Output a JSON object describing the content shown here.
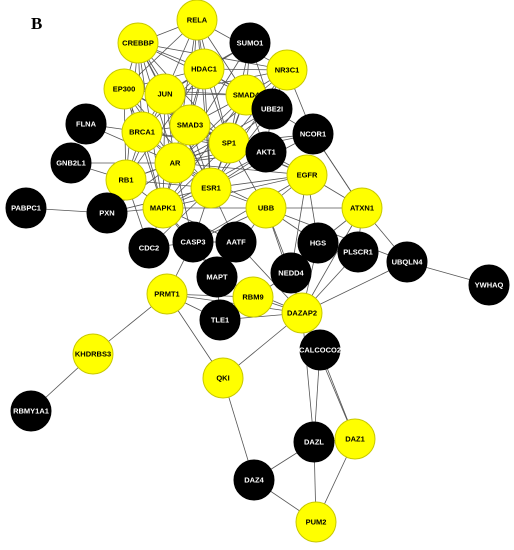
{
  "panel_label": "B",
  "colors": {
    "yellow": "#ffff00",
    "black": "#000000",
    "edge": "#555555"
  },
  "nodes": [
    {
      "id": "RELA",
      "label": "RELA",
      "color": "yellow"
    },
    {
      "id": "CREBBP",
      "label": "CREBBP",
      "color": "yellow"
    },
    {
      "id": "SUMO1",
      "label": "SUMO1",
      "color": "black"
    },
    {
      "id": "HDAC1",
      "label": "HDAC1",
      "color": "yellow"
    },
    {
      "id": "NR3C1",
      "label": "NR3C1",
      "color": "yellow"
    },
    {
      "id": "EP300",
      "label": "EP300",
      "color": "yellow"
    },
    {
      "id": "JUN",
      "label": "JUN",
      "color": "yellow"
    },
    {
      "id": "SMAD4",
      "label": "SMAD4",
      "color": "yellow"
    },
    {
      "id": "UBE2I",
      "label": "UBE2I",
      "color": "black"
    },
    {
      "id": "FLNA",
      "label": "FLNA",
      "color": "black"
    },
    {
      "id": "SMAD3",
      "label": "SMAD3",
      "color": "yellow"
    },
    {
      "id": "BRCA1",
      "label": "BRCA1",
      "color": "yellow"
    },
    {
      "id": "NCOR1",
      "label": "NCOR1",
      "color": "black"
    },
    {
      "id": "SP1",
      "label": "SP1",
      "color": "yellow"
    },
    {
      "id": "AKT1",
      "label": "AKT1",
      "color": "black"
    },
    {
      "id": "GNB2L1",
      "label": "GNB2L1",
      "color": "black"
    },
    {
      "id": "AR",
      "label": "AR",
      "color": "yellow"
    },
    {
      "id": "RB1",
      "label": "RB1",
      "color": "yellow"
    },
    {
      "id": "EGFR",
      "label": "EGFR",
      "color": "yellow"
    },
    {
      "id": "ESR1",
      "label": "ESR1",
      "color": "yellow"
    },
    {
      "id": "PABPC1",
      "label": "PABPC1",
      "color": "black"
    },
    {
      "id": "PXN",
      "label": "PXN",
      "color": "black"
    },
    {
      "id": "MAPK1",
      "label": "MAPK1",
      "color": "yellow"
    },
    {
      "id": "UBB",
      "label": "UBB",
      "color": "yellow"
    },
    {
      "id": "ATXN1",
      "label": "ATXN1",
      "color": "yellow"
    },
    {
      "id": "HGS",
      "label": "HGS",
      "color": "black"
    },
    {
      "id": "CDC2",
      "label": "CDC2",
      "color": "black"
    },
    {
      "id": "CASP3",
      "label": "CASP3",
      "color": "black"
    },
    {
      "id": "AATF",
      "label": "AATF",
      "color": "black"
    },
    {
      "id": "PLSCR1",
      "label": "PLSCR1",
      "color": "black"
    },
    {
      "id": "UBQLN4",
      "label": "UBQLN4",
      "color": "black"
    },
    {
      "id": "NEDD4",
      "label": "NEDD4",
      "color": "black"
    },
    {
      "id": "MAPT",
      "label": "MAPT",
      "color": "black"
    },
    {
      "id": "YWHAQ",
      "label": "YWHAQ",
      "color": "black"
    },
    {
      "id": "PRMT1",
      "label": "PRMT1",
      "color": "yellow"
    },
    {
      "id": "RBM9",
      "label": "RBM9",
      "color": "yellow"
    },
    {
      "id": "DAZAP2",
      "label": "DAZAP2",
      "color": "yellow"
    },
    {
      "id": "TLE1",
      "label": "TLE1",
      "color": "black"
    },
    {
      "id": "CALCOCO2",
      "label": "CALCOCO2",
      "color": "black"
    },
    {
      "id": "KHDRBS3",
      "label": "KHDRBS3",
      "color": "yellow"
    },
    {
      "id": "QKI",
      "label": "QKI",
      "color": "yellow"
    },
    {
      "id": "RBMY1A1",
      "label": "RBMY1A1",
      "color": "black"
    },
    {
      "id": "DAZL",
      "label": "DAZL",
      "color": "black"
    },
    {
      "id": "DAZ1",
      "label": "DAZ1",
      "color": "yellow"
    },
    {
      "id": "DAZ4",
      "label": "DAZ4",
      "color": "black"
    },
    {
      "id": "PUM2",
      "label": "PUM2",
      "color": "yellow"
    }
  ],
  "edges": [
    [
      "RELA",
      "CREBBP"
    ],
    [
      "RELA",
      "HDAC1"
    ],
    [
      "RELA",
      "JUN"
    ],
    [
      "RELA",
      "EP300"
    ],
    [
      "RELA",
      "SMAD4"
    ],
    [
      "RELA",
      "SMAD3"
    ],
    [
      "RELA",
      "SP1"
    ],
    [
      "RELA",
      "AR"
    ],
    [
      "RELA",
      "ESR1"
    ],
    [
      "RELA",
      "NR3C1"
    ],
    [
      "CREBBP",
      "HDAC1"
    ],
    [
      "CREBBP",
      "EP300"
    ],
    [
      "CREBBP",
      "JUN"
    ],
    [
      "CREBBP",
      "SMAD4"
    ],
    [
      "CREBBP",
      "SMAD3"
    ],
    [
      "CREBBP",
      "BRCA1"
    ],
    [
      "CREBBP",
      "SP1"
    ],
    [
      "CREBBP",
      "AR"
    ],
    [
      "CREBBP",
      "ESR1"
    ],
    [
      "CREBBP",
      "NR3C1"
    ],
    [
      "CREBBP",
      "RB1"
    ],
    [
      "CREBBP",
      "MAPK1"
    ],
    [
      "SUMO1",
      "HDAC1"
    ],
    [
      "SUMO1",
      "SMAD4"
    ],
    [
      "SUMO1",
      "UBE2I"
    ],
    [
      "SUMO1",
      "SP1"
    ],
    [
      "SUMO1",
      "AR"
    ],
    [
      "SUMO1",
      "JUN"
    ],
    [
      "HDAC1",
      "NR3C1"
    ],
    [
      "HDAC1",
      "EP300"
    ],
    [
      "HDAC1",
      "JUN"
    ],
    [
      "HDAC1",
      "SMAD4"
    ],
    [
      "HDAC1",
      "SMAD3"
    ],
    [
      "HDAC1",
      "SP1"
    ],
    [
      "HDAC1",
      "AR"
    ],
    [
      "HDAC1",
      "ESR1"
    ],
    [
      "HDAC1",
      "BRCA1"
    ],
    [
      "HDAC1",
      "RB1"
    ],
    [
      "HDAC1",
      "NCOR1"
    ],
    [
      "NR3C1",
      "SMAD4"
    ],
    [
      "NR3C1",
      "UBE2I"
    ],
    [
      "NR3C1",
      "NCOR1"
    ],
    [
      "NR3C1",
      "SP1"
    ],
    [
      "NR3C1",
      "ESR1"
    ],
    [
      "NR3C1",
      "JUN"
    ],
    [
      "NR3C1",
      "AR"
    ],
    [
      "EP300",
      "JUN"
    ],
    [
      "EP300",
      "SMAD4"
    ],
    [
      "EP300",
      "SMAD3"
    ],
    [
      "EP300",
      "BRCA1"
    ],
    [
      "EP300",
      "SP1"
    ],
    [
      "EP300",
      "AR"
    ],
    [
      "EP300",
      "ESR1"
    ],
    [
      "EP300",
      "RB1"
    ],
    [
      "EP300",
      "MAPK1"
    ],
    [
      "JUN",
      "SMAD4"
    ],
    [
      "JUN",
      "SMAD3"
    ],
    [
      "JUN",
      "BRCA1"
    ],
    [
      "JUN",
      "SP1"
    ],
    [
      "JUN",
      "AR"
    ],
    [
      "JUN",
      "ESR1"
    ],
    [
      "JUN",
      "MAPK1"
    ],
    [
      "JUN",
      "RB1"
    ],
    [
      "SMAD4",
      "SMAD3"
    ],
    [
      "SMAD4",
      "SP1"
    ],
    [
      "SMAD4",
      "AKT1"
    ],
    [
      "SMAD4",
      "UBE2I"
    ],
    [
      "SMAD4",
      "AR"
    ],
    [
      "SMAD4",
      "ESR1"
    ],
    [
      "SMAD4",
      "MAPK1"
    ],
    [
      "UBE2I",
      "AKT1"
    ],
    [
      "UBE2I",
      "SP1"
    ],
    [
      "UBE2I",
      "AR"
    ],
    [
      "UBE2I",
      "ESR1"
    ],
    [
      "FLNA",
      "AR"
    ],
    [
      "FLNA",
      "BRCA1"
    ],
    [
      "SMAD3",
      "BRCA1"
    ],
    [
      "SMAD3",
      "SP1"
    ],
    [
      "SMAD3",
      "AR"
    ],
    [
      "SMAD3",
      "ESR1"
    ],
    [
      "SMAD3",
      "MAPK1"
    ],
    [
      "SMAD3",
      "AKT1"
    ],
    [
      "SMAD3",
      "EGFR"
    ],
    [
      "BRCA1",
      "AR"
    ],
    [
      "BRCA1",
      "SP1"
    ],
    [
      "BRCA1",
      "ESR1"
    ],
    [
      "BRCA1",
      "RB1"
    ],
    [
      "BRCA1",
      "AKT1"
    ],
    [
      "BRCA1",
      "MAPK1"
    ],
    [
      "NCOR1",
      "SP1"
    ],
    [
      "NCOR1",
      "ESR1"
    ],
    [
      "NCOR1",
      "AR"
    ],
    [
      "NCOR1",
      "ATXN1"
    ],
    [
      "SP1",
      "AR"
    ],
    [
      "SP1",
      "ESR1"
    ],
    [
      "SP1",
      "AKT1"
    ],
    [
      "SP1",
      "EGFR"
    ],
    [
      "SP1",
      "MAPK1"
    ],
    [
      "SP1",
      "RB1"
    ],
    [
      "SP1",
      "UBB"
    ],
    [
      "AKT1",
      "AR"
    ],
    [
      "AKT1",
      "ESR1"
    ],
    [
      "AKT1",
      "EGFR"
    ],
    [
      "AKT1",
      "MAPK1"
    ],
    [
      "GNB2L1",
      "RB1"
    ],
    [
      "GNB2L1",
      "AR"
    ],
    [
      "AR",
      "RB1"
    ],
    [
      "AR",
      "ESR1"
    ],
    [
      "AR",
      "EGFR"
    ],
    [
      "AR",
      "MAPK1"
    ],
    [
      "AR",
      "PXN"
    ],
    [
      "AR",
      "CASP3"
    ],
    [
      "AR",
      "UBB"
    ],
    [
      "RB1",
      "ESR1"
    ],
    [
      "RB1",
      "MAPK1"
    ],
    [
      "RB1",
      "CDC2"
    ],
    [
      "RB1",
      "PXN"
    ],
    [
      "EGFR",
      "ESR1"
    ],
    [
      "EGFR",
      "MAPK1"
    ],
    [
      "EGFR",
      "UBB"
    ],
    [
      "EGFR",
      "HGS"
    ],
    [
      "EGFR",
      "ATXN1"
    ],
    [
      "EGFR",
      "NEDD4"
    ],
    [
      "EGFR",
      "CASP3"
    ],
    [
      "ESR1",
      "MAPK1"
    ],
    [
      "ESR1",
      "UBB"
    ],
    [
      "ESR1",
      "CASP3"
    ],
    [
      "ESR1",
      "AATF"
    ],
    [
      "ESR1",
      "CDC2"
    ],
    [
      "ESR1",
      "PXN"
    ],
    [
      "PABPC1",
      "PXN"
    ],
    [
      "PXN",
      "MAPK1"
    ],
    [
      "MAPK1",
      "CASP3"
    ],
    [
      "MAPK1",
      "CDC2"
    ],
    [
      "MAPK1",
      "AATF"
    ],
    [
      "MAPK1",
      "UBB"
    ],
    [
      "MAPK1",
      "MAPT"
    ],
    [
      "UBB",
      "ATXN1"
    ],
    [
      "UBB",
      "HGS"
    ],
    [
      "UBB",
      "NEDD4"
    ],
    [
      "UBB",
      "CASP3"
    ],
    [
      "UBB",
      "MAPT"
    ],
    [
      "UBB",
      "DAZAP2"
    ],
    [
      "UBB",
      "UBQLN4"
    ],
    [
      "ATXN1",
      "UBQLN4"
    ],
    [
      "ATXN1",
      "PLSCR1"
    ],
    [
      "ATXN1",
      "HGS"
    ],
    [
      "ATXN1",
      "DAZAP2"
    ],
    [
      "ATXN1",
      "NCOR1"
    ],
    [
      "HGS",
      "NEDD4"
    ],
    [
      "HGS",
      "DAZAP2"
    ],
    [
      "CDC2",
      "CASP3"
    ],
    [
      "CASP3",
      "MAPT"
    ],
    [
      "CASP3",
      "AATF"
    ],
    [
      "CASP3",
      "PRMT1"
    ],
    [
      "AATF",
      "MAPT"
    ],
    [
      "AATF",
      "DAZAP2"
    ],
    [
      "PLSCR1",
      "DAZAP2"
    ],
    [
      "UBQLN4",
      "YWHAQ"
    ],
    [
      "UBQLN4",
      "DAZAP2"
    ],
    [
      "NEDD4",
      "DAZAP2"
    ],
    [
      "NEDD4",
      "RBM9"
    ],
    [
      "MAPT",
      "TLE1"
    ],
    [
      "MAPT",
      "DAZAP2"
    ],
    [
      "PRMT1",
      "KHDRBS3"
    ],
    [
      "PRMT1",
      "QKI"
    ],
    [
      "PRMT1",
      "TLE1"
    ],
    [
      "PRMT1",
      "DAZAP2"
    ],
    [
      "PRMT1",
      "RBM9"
    ],
    [
      "RBM9",
      "DAZAP2"
    ],
    [
      "RBM9",
      "TLE1"
    ],
    [
      "DAZAP2",
      "TLE1"
    ],
    [
      "DAZAP2",
      "CALCOCO2"
    ],
    [
      "DAZAP2",
      "DAZ1"
    ],
    [
      "DAZAP2",
      "DAZL"
    ],
    [
      "DAZAP2",
      "QKI"
    ],
    [
      "CALCOCO2",
      "DAZL"
    ],
    [
      "CALCOCO2",
      "DAZ1"
    ],
    [
      "KHDRBS3",
      "RBMY1A1"
    ],
    [
      "QKI",
      "DAZ4"
    ],
    [
      "DAZL",
      "DAZ1"
    ],
    [
      "DAZL",
      "DAZ4"
    ],
    [
      "DAZL",
      "PUM2"
    ],
    [
      "DAZ1",
      "PUM2"
    ],
    [
      "DAZ4",
      "PUM2"
    ]
  ]
}
